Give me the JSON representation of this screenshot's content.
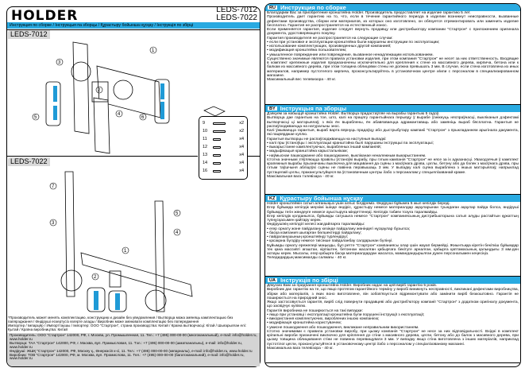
{
  "header": {
    "logo": "HOLDER",
    "models": [
      "LEDS-7012",
      "LEDS-7022"
    ],
    "band_text": "Инструкция по сборке / Інструкцыя па зборцы / Құрастыру бойынша нұсқау / Інструкція по збірці"
  },
  "diagrams": [
    {
      "model": "LEDS-7012",
      "callouts": [
        "1",
        "2",
        "3",
        "4",
        "5",
        "6"
      ]
    },
    {
      "model": "LEDS-7022",
      "callouts": [
        "1",
        "2",
        "3",
        "4",
        "5",
        "7"
      ]
    }
  ],
  "parts": [
    {
      "num": "9",
      "qty": "x2"
    },
    {
      "num": "10",
      "qty": "x2"
    },
    {
      "num": "11",
      "qty": "x4"
    },
    {
      "num": "12",
      "qty": "x4"
    },
    {
      "num": "13",
      "qty": "x4"
    },
    {
      "num": "14",
      "qty": "x4"
    },
    {
      "num": "16",
      "qty": "x4"
    }
  ],
  "footnote": [
    "*Производитель может менять комплектацию, конструкцию и дизайн без уведомления / Вытворца можа змяняць камплектацыю без папярэджання / Өндіруші ескертусіз өзгерте алады / Виробник може змінювати комплектацію без попередження",
    "Импортер / Імпарцёр / Импорттаушы / Імпортер: ООО \"Стартрон\", страна производства: Китай / Краіна вытворчасці: Кітай / Шығарылған елі: Қытай / Країна виробництва: Китай"
  ],
  "footer_lines": [
    "Производитель: ООО \"Стартрон\" 142000, РФ, г. Москва, ул. Промышленная, 11. Тел.: +7 (495) 000-00-00 (многоканальный), e-mail: info@holder.ru, www.holder.ru",
    "Вытворца: ТАА \"Стартрон\" 142000, РФ, г. Масква, вул. Прамысловая, 11. Тэл.: +7 (495) 000-00-00 (шматканальны), e-mail: info@holder.ru, www.holder.ru",
    "Өндіруші: ЖШҚ \"Стартрон\" 142000, РФ, Мәскеу қ., Өнеркәсіп к-сі, 11. Тел.: +7 (495) 000-00-00 (көпарналы), e-mail: info@holder.ru, www.holder.ru",
    "Виробник: ТОВ \"Стартрон\" 142000, РФ, м. Москва, вул. Промислова, 11. Тел.: +7 (495) 000-00-00 (багатоканальний), e-mail: info@holder.ru, www.holder.ru"
  ],
  "sections": [
    {
      "code": "RU",
      "title": "Инструкция по сборке",
      "paragraphs": [
        "Благодарим Вас за приобретение кронштейна Holder. Производитель предоставляет на изделие гарантию 5 лет.",
        "Производитель дает гарантию на то, что, если в течение гарантийного периода в изделии возникнут неисправности, вызванные дефектами производства, сборки или материалов, из которых оно изготовлено, он обязуется отремонтировать или заменить изделие бесплатно. Гарантия не распространяется на естественный износ.",
        "Если применяется гарантия, изделие следует вернуть продавцу или дистрибьютору компании \"Стартрон\" с приложением оригинала документа, удостоверяющего покупку.",
        "Гарантия производителя не распространяется на следующие случаи:",
        "• если при установке и эксплуатации кронштейна были нарушены инструкции по эксплуатации;",
        "• использование комплектующих, произведенных другой компанией;",
        "• модификация кронштейна пользователем;",
        "• умышленное повреждение или повреждение, вызванное ненадлежащим использованием.",
        "Существенно значимые являются правила установки изделия, при этом компания \"Стартрон\" не несет за них ответственность. Входящие в комплект крепежные изделия предназначены исключительно для крепления к стене из массивного дерева, кирпича, бетона или к балкам из массивного дерева, при этом толщина облицовки стены не должна превышать 3 мм. В случае, если стена изготовлена из иных материалов, например пустотелого кирпича, проконсультируйтесь в установочном центре и/или с персоналом в специализированном магазине.",
        "Максимальный вес телевизора - 40 кг."
      ]
    },
    {
      "code": "BY",
      "title": "Інструкцыя па зборцы",
      "paragraphs": [
        "Дзякуем за набыццё кранштэйна Holder. Вытворца прадастаўляе на вырабы гарантыю 5 гадоў.",
        "Вытворца дае гарантыю на тое, што, калі на працягу гарантыйнага перыяду ў вырабе ўзнікнуць няспраўнасці, выкліканыя дэфектамі вытворчасці ці матэрыялаў, з якіх ён выраблены, ён абавязваецца адрамантаваць або замяніць выраб бясплатна. Гарантыя не распаўсюджваецца на натуральны знос.",
        "Калі ўжываецца гарантыя, выраб варта вярнуць прадаўцу або дыстрыбутару кампаніі \"Стартрон\" з прыкладаннем арыгінала дакумента, які пацвярджае куплю.",
        "Гарантыя вытворцы не распаўсюджваецца на наступныя выпадкі:",
        "• калі пры ўстаноўцы і эксплуатацыі кранштэйна былі парушаны інструкцыі па эксплуатацыі;",
        "• выкарыстанне камплектуючых, вырабленых іншай кампаніяй;",
        "• мадыфікацыя кранштэйна карыстальнікам;",
        "• наўмыснае пашкоджанне або пашкоджанне, выкліканае неналежным выкарыстаннем.",
        "Істотна значнымі з'яўляюцца правілы ўстаноўкі вырабу, пры гэтым кампанія \"Стартрон\" не нясе за іх адказнасці. Уваходзячыя ў камплект крапежныя вырабы прызначаны выключна для мацавання да сцяны з масіўнага дрэва, цэглы, бетону або да бэлек з масіўнага дрэва, пры гэтым таўшчыня абліцоўкі сцяны не павінна перавышаць 3 мм. У выпадку калі сцяна выраблена з іншых матэрыялаў, напрыклад пустацелай цэглы, пракансультуйцеся ва ўстановачным цэнтры і/або з персаналам у спецыялізаванай краме.",
        "Максімальная вага тэлевізара - 40 кг."
      ]
    },
    {
      "code": "KZ",
      "title": "Құрастыру бойынша нұсқау",
      "paragraphs": [
        "Holder кронштейнін сатып алғаныңыз үшін алғыс білдіреміз. Өндіруші бұйымға 5 жыл кепілдік береді.",
        "Егер бұйымда кепілдік мерзімі ішінде өндіріс, құрастыру немесе материалдар ақауларынан туындаған ақаулар пайда болса, өндіруші бұйымды тегін жөндеуге немесе ауыстыруға міндеттенеді. Кепілдік табиғи тозуға таралмайды.",
        "Егер кепілдік қолданылса, бұйымды сатушыға немесе \"Стартрон\" компаниясының дистрибьюторына сатып алуды растайтын құжаттың түпнұсқасымен қайтару керек.",
        "Өндірушінің кепілдігі келесі жағдайларға таралмайды:",
        "• егер орнату және пайдалану кезінде пайдалану жөніндегі нұсқаулар бұзылса;",
        "• басқа компания шығарған бөлшектерді пайдалану;",
        "• пайдаланушының кронштейнді түрлендіруі;",
        "• қасақана бүлдіру немесе тиісінше пайдаланбау салдарынан бүлінуі.",
        "Бұйымды орнату ережелері маңызды, бұл ретте \"Стартрон\" компаниясы олар үшін жауап бермейді. Жиынтыққа кіретін бекіткіш бұйымдар тек қана массивті ағаштан, кірпіштен, бетоннан жасалған қабырғаға бекітуге арналған, қабырға қаптамасының қалыңдығы 3 мм-ден аспауы керек. Мысалы, егер қабырға басқа материалдардан жасалса, мамандандырылған дүкен персоналымен кеңесіңіз.",
        "Теледидардың максималды салмағы - 40 кг."
      ]
    },
    {
      "code": "UA",
      "title": "Інструкція по збірці",
      "paragraphs": [
        "Дякуємо Вам за придбання кронштейна Holder. Виробник надає на цей виріб гарантію 5 років.",
        "Виробник дає гарантію на те, що якщо протягом гарантійного терміну у виробі виникнуть несправності, викликані дефектами виробництва, збірки або матеріалів, з яких воно виготовлене, він зобов'язується відремонтувати або замінити виріб безкоштовно. Гарантія не поширюється на природний знос.",
        "Якщо застосовується гарантія, виріб слід повернути продавцеві або дистриб'ютору компанії \"Стартрон\" з додатком оригіналу документа, що засвідчує купівлю.",
        "Гарантія виробника не поширюється на такі випадки:",
        "• якщо при установці і експлуатації кронштейна були порушені інструкції з експлуатації;",
        "• використання комплектуючих, вироблених іншою компанією;",
        "• модифікація кронштейна користувачем;",
        "• умисне пошкодження або пошкодження, викликане неправильним використанням.",
        "Істотно значимими є правила установки виробу, при цьому компанія \"Стартрон\" не несе за них відповідальності. Вхідні в комплект кріпильні вироби призначені виключно для кріплення до стіни з масивного дерева, цегли, бетону або до балок з масивного дерева, при цьому товщина облицювання стіни не повинна перевищувати 3 мм. У випадку якщо стіна виготовлена з інших матеріалів, наприклад пустотілої цегли, проконсультуйтеся в установочному центрі і/або з персоналом у спеціалізованому магазині.",
        "Максимальна вага телевізора - 40 кг."
      ]
    }
  ],
  "colors": {
    "accent": "#29aae1",
    "footer": "#d4d4d4"
  }
}
